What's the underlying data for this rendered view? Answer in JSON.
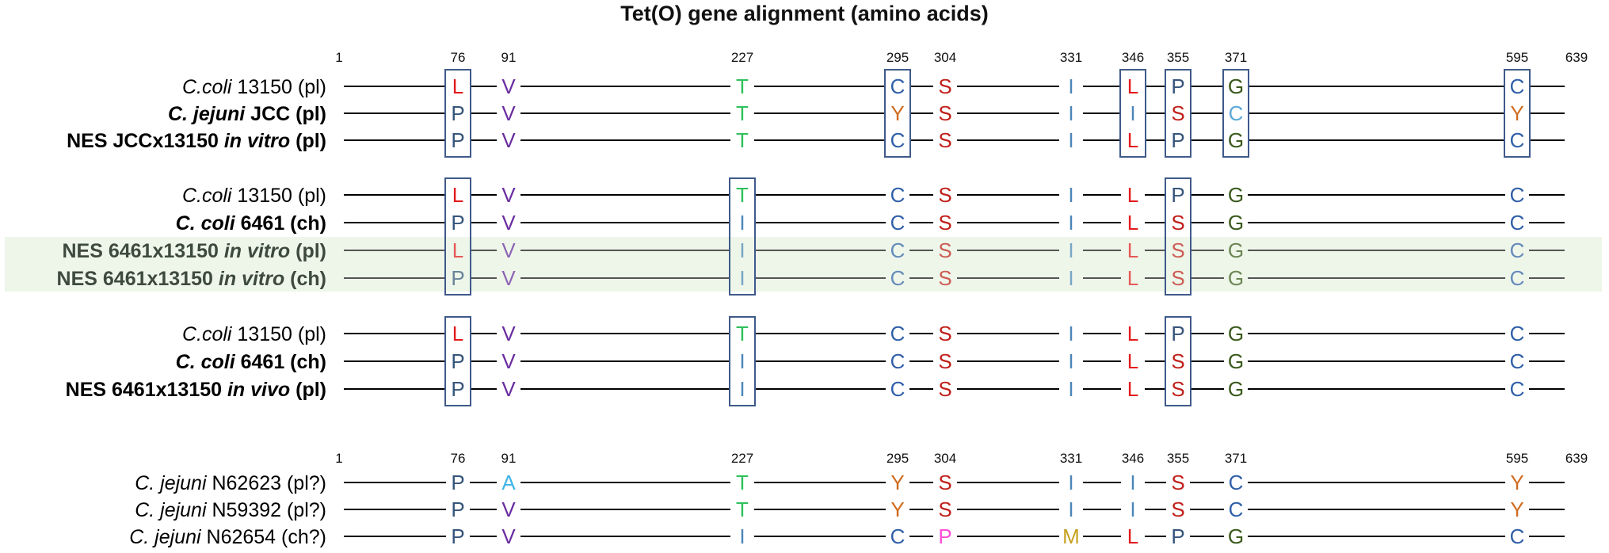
{
  "title": "Tet(O) gene alignment (amino acids)",
  "colors": {
    "L": "#e31a1c",
    "P": "#35547a",
    "V": "#6a2ca0",
    "T": "#2ec05a",
    "I": "#4b86b8",
    "C": "#2f5fa8",
    "Y": "#d06a1c",
    "S": "#c0201a",
    "G": "#3a5a1c",
    "A": "#3fb3e6",
    "M": "#c8a020",
    "P_pink": "#ff4fd8",
    "C_light": "#5ba8d8",
    "box": "#3f5a8a",
    "highlight": "#eef6ea"
  },
  "groups": [
    {
      "positions": [
        "1",
        "76",
        "91",
        "227",
        "295",
        "304",
        "331",
        "346",
        "355",
        "371",
        "595",
        "639"
      ],
      "boxed": [
        "76",
        "295",
        "346",
        "355",
        "371",
        "595"
      ],
      "rows": [
        {
          "prefix": "",
          "italic": "C.coli",
          "suffix": " 13150 ",
          "tag": "(pl)",
          "bold": false,
          "residues": [
            "L",
            "V",
            "T",
            "C",
            "S",
            "I",
            "L",
            "P",
            "G",
            "C"
          ]
        },
        {
          "prefix": "",
          "italic": "C. jejuni",
          "suffix": " JCC ",
          "tag": "(pl)",
          "bold": true,
          "residues": [
            "P",
            "V",
            "T",
            "Y",
            "S",
            "I",
            "I",
            "S",
            "C",
            "Y"
          ]
        },
        {
          "prefix": "NES JCCx13150 ",
          "italic": "in vitro",
          "suffix": " ",
          "tag": "(pl)",
          "bold": true,
          "residues": [
            "P",
            "V",
            "T",
            "C",
            "S",
            "I",
            "L",
            "P",
            "G",
            "C"
          ]
        }
      ]
    },
    {
      "positions": [],
      "boxed": [
        "76",
        "227",
        "355"
      ],
      "rows": [
        {
          "prefix": "",
          "italic": "C.coli",
          "suffix": " 13150 ",
          "tag": "(pl)",
          "bold": false,
          "residues": [
            "L",
            "V",
            "T",
            "C",
            "S",
            "I",
            "L",
            "P",
            "G",
            "C"
          ]
        },
        {
          "prefix": "",
          "italic": "C. coli",
          "suffix": " 6461 ",
          "tag": "(ch)",
          "bold": true,
          "residues": [
            "P",
            "V",
            "I",
            "C",
            "S",
            "I",
            "L",
            "S",
            "G",
            "C"
          ]
        },
        {
          "prefix": "NES 6461x13150 ",
          "italic": "in vitro",
          "suffix": " ",
          "tag": "(pl)",
          "bold": true,
          "faded": true,
          "residues": [
            "L",
            "V",
            "I",
            "C",
            "S",
            "I",
            "L",
            "S",
            "G",
            "C"
          ]
        },
        {
          "prefix": "NES 6461x13150 ",
          "italic": "in vitro",
          "suffix": " ",
          "tag": "(ch)",
          "bold": true,
          "faded": true,
          "residues": [
            "P",
            "V",
            "I",
            "C",
            "S",
            "I",
            "L",
            "S",
            "G",
            "C"
          ]
        }
      ]
    },
    {
      "positions": [],
      "boxed": [
        "76",
        "227",
        "355"
      ],
      "rows": [
        {
          "prefix": "",
          "italic": "C.coli",
          "suffix": " 13150 ",
          "tag": "(pl)",
          "bold": false,
          "residues": [
            "L",
            "V",
            "T",
            "C",
            "S",
            "I",
            "L",
            "P",
            "G",
            "C"
          ]
        },
        {
          "prefix": "",
          "italic": "C. coli",
          "suffix": " 6461 ",
          "tag": "(ch)",
          "bold": true,
          "residues": [
            "P",
            "V",
            "I",
            "C",
            "S",
            "I",
            "L",
            "S",
            "G",
            "C"
          ]
        },
        {
          "prefix": "NES 6461x13150 ",
          "italic": "in vivo",
          "suffix": " ",
          "tag": "(pl)",
          "bold": true,
          "residues": [
            "P",
            "V",
            "I",
            "C",
            "S",
            "I",
            "L",
            "S",
            "G",
            "C"
          ]
        }
      ]
    },
    {
      "positions": [
        "1",
        "76",
        "91",
        "227",
        "295",
        "304",
        "331",
        "346",
        "355",
        "371",
        "595",
        "639"
      ],
      "boxed": [],
      "rows": [
        {
          "prefix": "",
          "italic": "C. jejuni",
          "suffix": " N62623 ",
          "tag": "(pl?)",
          "bold": false,
          "residues": [
            "P",
            "A",
            "T",
            "Y",
            "S",
            "I",
            "I",
            "S",
            "C",
            "Y"
          ]
        },
        {
          "prefix": "",
          "italic": "C. jejuni",
          "suffix": " N59392 ",
          "tag": "(pl?)",
          "bold": false,
          "residues": [
            "P",
            "V",
            "T",
            "Y",
            "S",
            "I",
            "I",
            "S",
            "C",
            "Y"
          ]
        },
        {
          "prefix": "",
          "italic": "C. jejuni",
          "suffix": " N62654 ",
          "tag": "(ch?)",
          "bold": false,
          "residues": [
            "P",
            "V",
            "I",
            "C",
            "P",
            "M",
            "L",
            "P",
            "G",
            "C"
          ]
        }
      ]
    }
  ]
}
